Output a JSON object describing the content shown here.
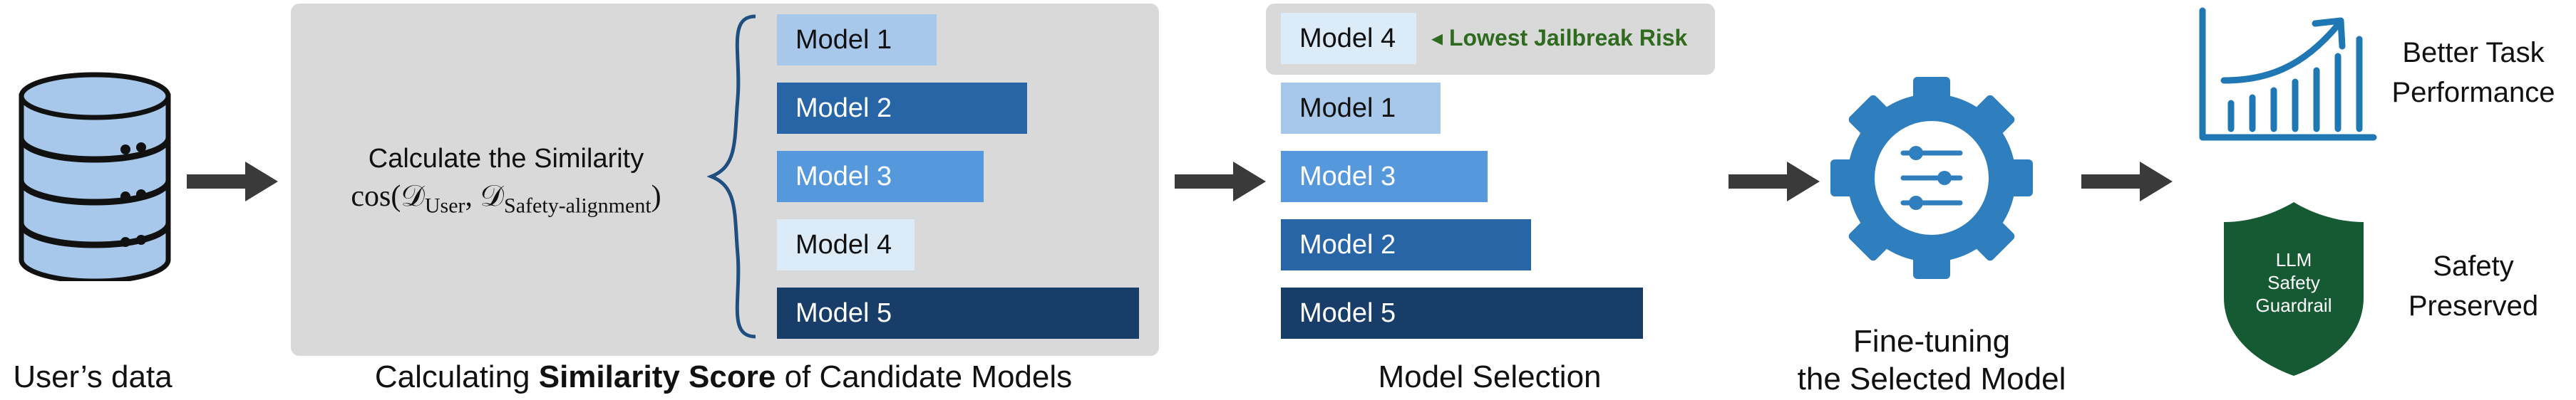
{
  "colors": {
    "very_light": "#dcebf8",
    "light": "#a7c8ea",
    "medium": "#5598dc",
    "dark": "#2765a7",
    "darker": "#1f4f82",
    "navy": "#173d68",
    "panel": "#d9d9d9",
    "arrow": "#3a3a3a",
    "gear": "#2f7fbf",
    "shield": "#165a33",
    "annotation_green": "#2e6b1e"
  },
  "data_icon": {
    "caption": "User’s data",
    "icon": "database-icon"
  },
  "similarity": {
    "calc_label": "Calculate the Similarity",
    "formula_prefix": "cos(",
    "formula_d1": "𝒟",
    "formula_sub1": "User",
    "formula_sep": ", ",
    "formula_d2": "𝒟",
    "formula_sub2": "Safety-alignment",
    "formula_suffix": ")",
    "caption_pre": "Calculating ",
    "caption_bold": "Similarity Score",
    "caption_post": " of Candidate Models",
    "models": [
      {
        "label": "Model 1",
        "score": 0.44,
        "tone": "light"
      },
      {
        "label": "Model 2",
        "score": 0.69,
        "tone": "dark"
      },
      {
        "label": "Model 3",
        "score": 0.57,
        "tone": "medium"
      },
      {
        "label": "Model 4",
        "score": 0.38,
        "tone": "very_light"
      },
      {
        "label": "Model 5",
        "score": 1.0,
        "tone": "navy"
      }
    ]
  },
  "selection": {
    "caption": "Model Selection",
    "top_label": "Model 4",
    "annotation": "◂ Lowest Jailbreak Risk",
    "ranked": [
      {
        "label": "Model 1",
        "score": 0.44,
        "tone": "light"
      },
      {
        "label": "Model 3",
        "score": 0.57,
        "tone": "medium"
      },
      {
        "label": "Model 2",
        "score": 0.69,
        "tone": "dark"
      },
      {
        "label": "Model 5",
        "score": 1.0,
        "tone": "navy"
      }
    ]
  },
  "finetune": {
    "caption_line1": "Fine-tuning",
    "caption_line2": "the Selected Model",
    "icon": "gear-sliders-icon"
  },
  "outcomes": {
    "performance_line1": "Better Task",
    "performance_line2": "Performance",
    "performance_icon": "bar-chart-growth-icon",
    "safety_line1": "Safety",
    "safety_line2": "Preserved",
    "shield_line1": "LLM",
    "shield_line2": "Safety",
    "shield_line3": "Guardrail",
    "shield_icon": "shield-icon"
  }
}
